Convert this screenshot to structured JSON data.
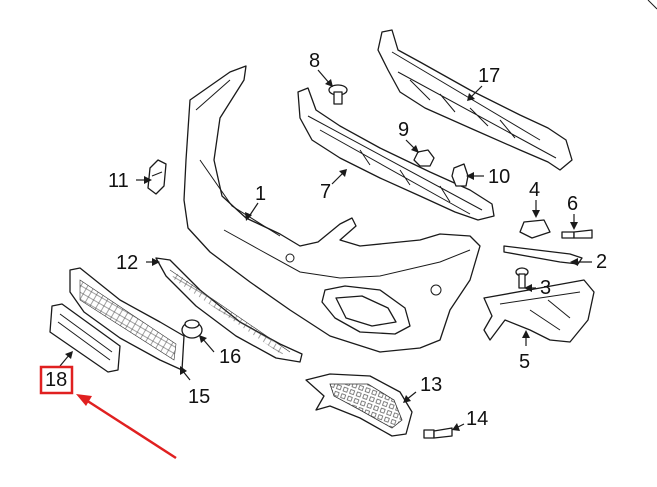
{
  "diagram": {
    "callouts": {
      "c1": "1",
      "c2": "2",
      "c3": "3",
      "c4": "4",
      "c5": "5",
      "c6": "6",
      "c7": "7",
      "c8": "8",
      "c9": "9",
      "c10": "10",
      "c11": "11",
      "c12": "12",
      "c13": "13",
      "c14": "14",
      "c15": "15",
      "c16": "16",
      "c17": "17",
      "c18": "18"
    },
    "highlight": {
      "part": "18",
      "box_color": "#e02020",
      "arrow_color": "#e02020"
    }
  }
}
